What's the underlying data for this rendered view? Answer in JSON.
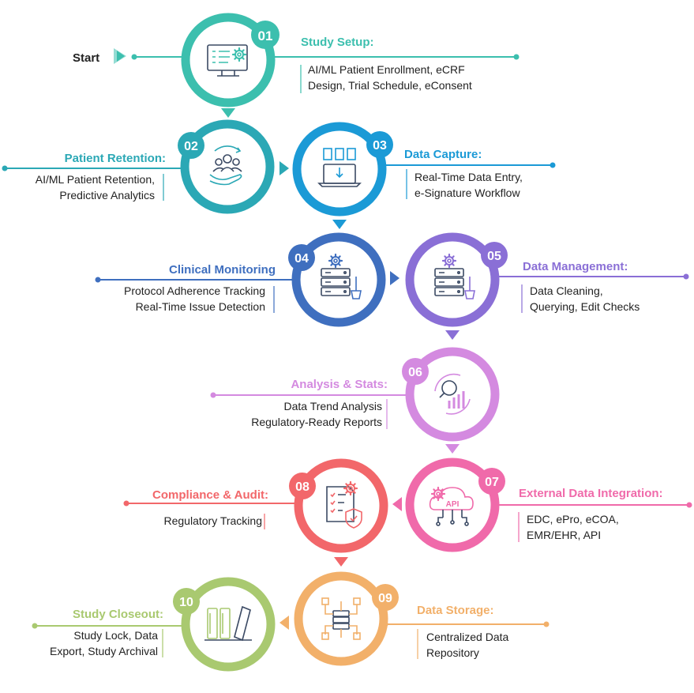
{
  "start_label": "Start",
  "steps": [
    {
      "number": "01",
      "title": "Study Setup:",
      "lines": [
        "AI/ML Patient Enrollment, eCRF",
        "Design, Trial Schedule, eConsent"
      ],
      "color": "#3cbfae",
      "icon": "monitor-settings-icon"
    },
    {
      "number": "02",
      "title": "Patient Retention:",
      "lines": [
        "AI/ML Patient Retention,",
        "Predictive Analytics"
      ],
      "color": "#2ba8b5",
      "icon": "patients-hand-icon"
    },
    {
      "number": "03",
      "title": "Data Capture:",
      "lines": [
        "Real-Time Data Entry,",
        "e-Signature Workflow"
      ],
      "color": "#1b9ad6",
      "icon": "laptop-forms-icon"
    },
    {
      "number": "04",
      "title": "Clinical Monitoring",
      "lines": [
        "Protocol Adherence Tracking",
        "Real-Time Issue Detection"
      ],
      "color": "#3f6fbf",
      "icon": "server-settings-icon"
    },
    {
      "number": "05",
      "title": "Data Management:",
      "lines": [
        "Data Cleaning,",
        "Querying, Edit Checks"
      ],
      "color": "#8a6fd6",
      "icon": "server-cleaning-icon"
    },
    {
      "number": "06",
      "title": "Analysis & Stats:",
      "lines": [
        "Data Trend Analysis",
        "Regulatory-Ready Reports"
      ],
      "color": "#d48ae0",
      "icon": "analytics-search-icon"
    },
    {
      "number": "07",
      "title": "External Data Integration:",
      "lines": [
        "EDC, ePro, eCOA,",
        "EMR/EHR, API"
      ],
      "color": "#f06aaa",
      "icon": "cloud-api-icon"
    },
    {
      "number": "08",
      "title": "Compliance & Audit:",
      "lines": [
        "Regulatory Tracking"
      ],
      "color": "#f2676a",
      "icon": "checklist-shield-icon"
    },
    {
      "number": "09",
      "title": "Data Storage:",
      "lines": [
        "Centralized Data",
        "Repository"
      ],
      "color": "#f2b06a",
      "icon": "storage-network-icon"
    },
    {
      "number": "10",
      "title": "Study Closeout:",
      "lines": [
        "Study Lock, Data",
        "Export, Study Archival"
      ],
      "color": "#a9c970",
      "icon": "archive-folders-icon"
    }
  ]
}
